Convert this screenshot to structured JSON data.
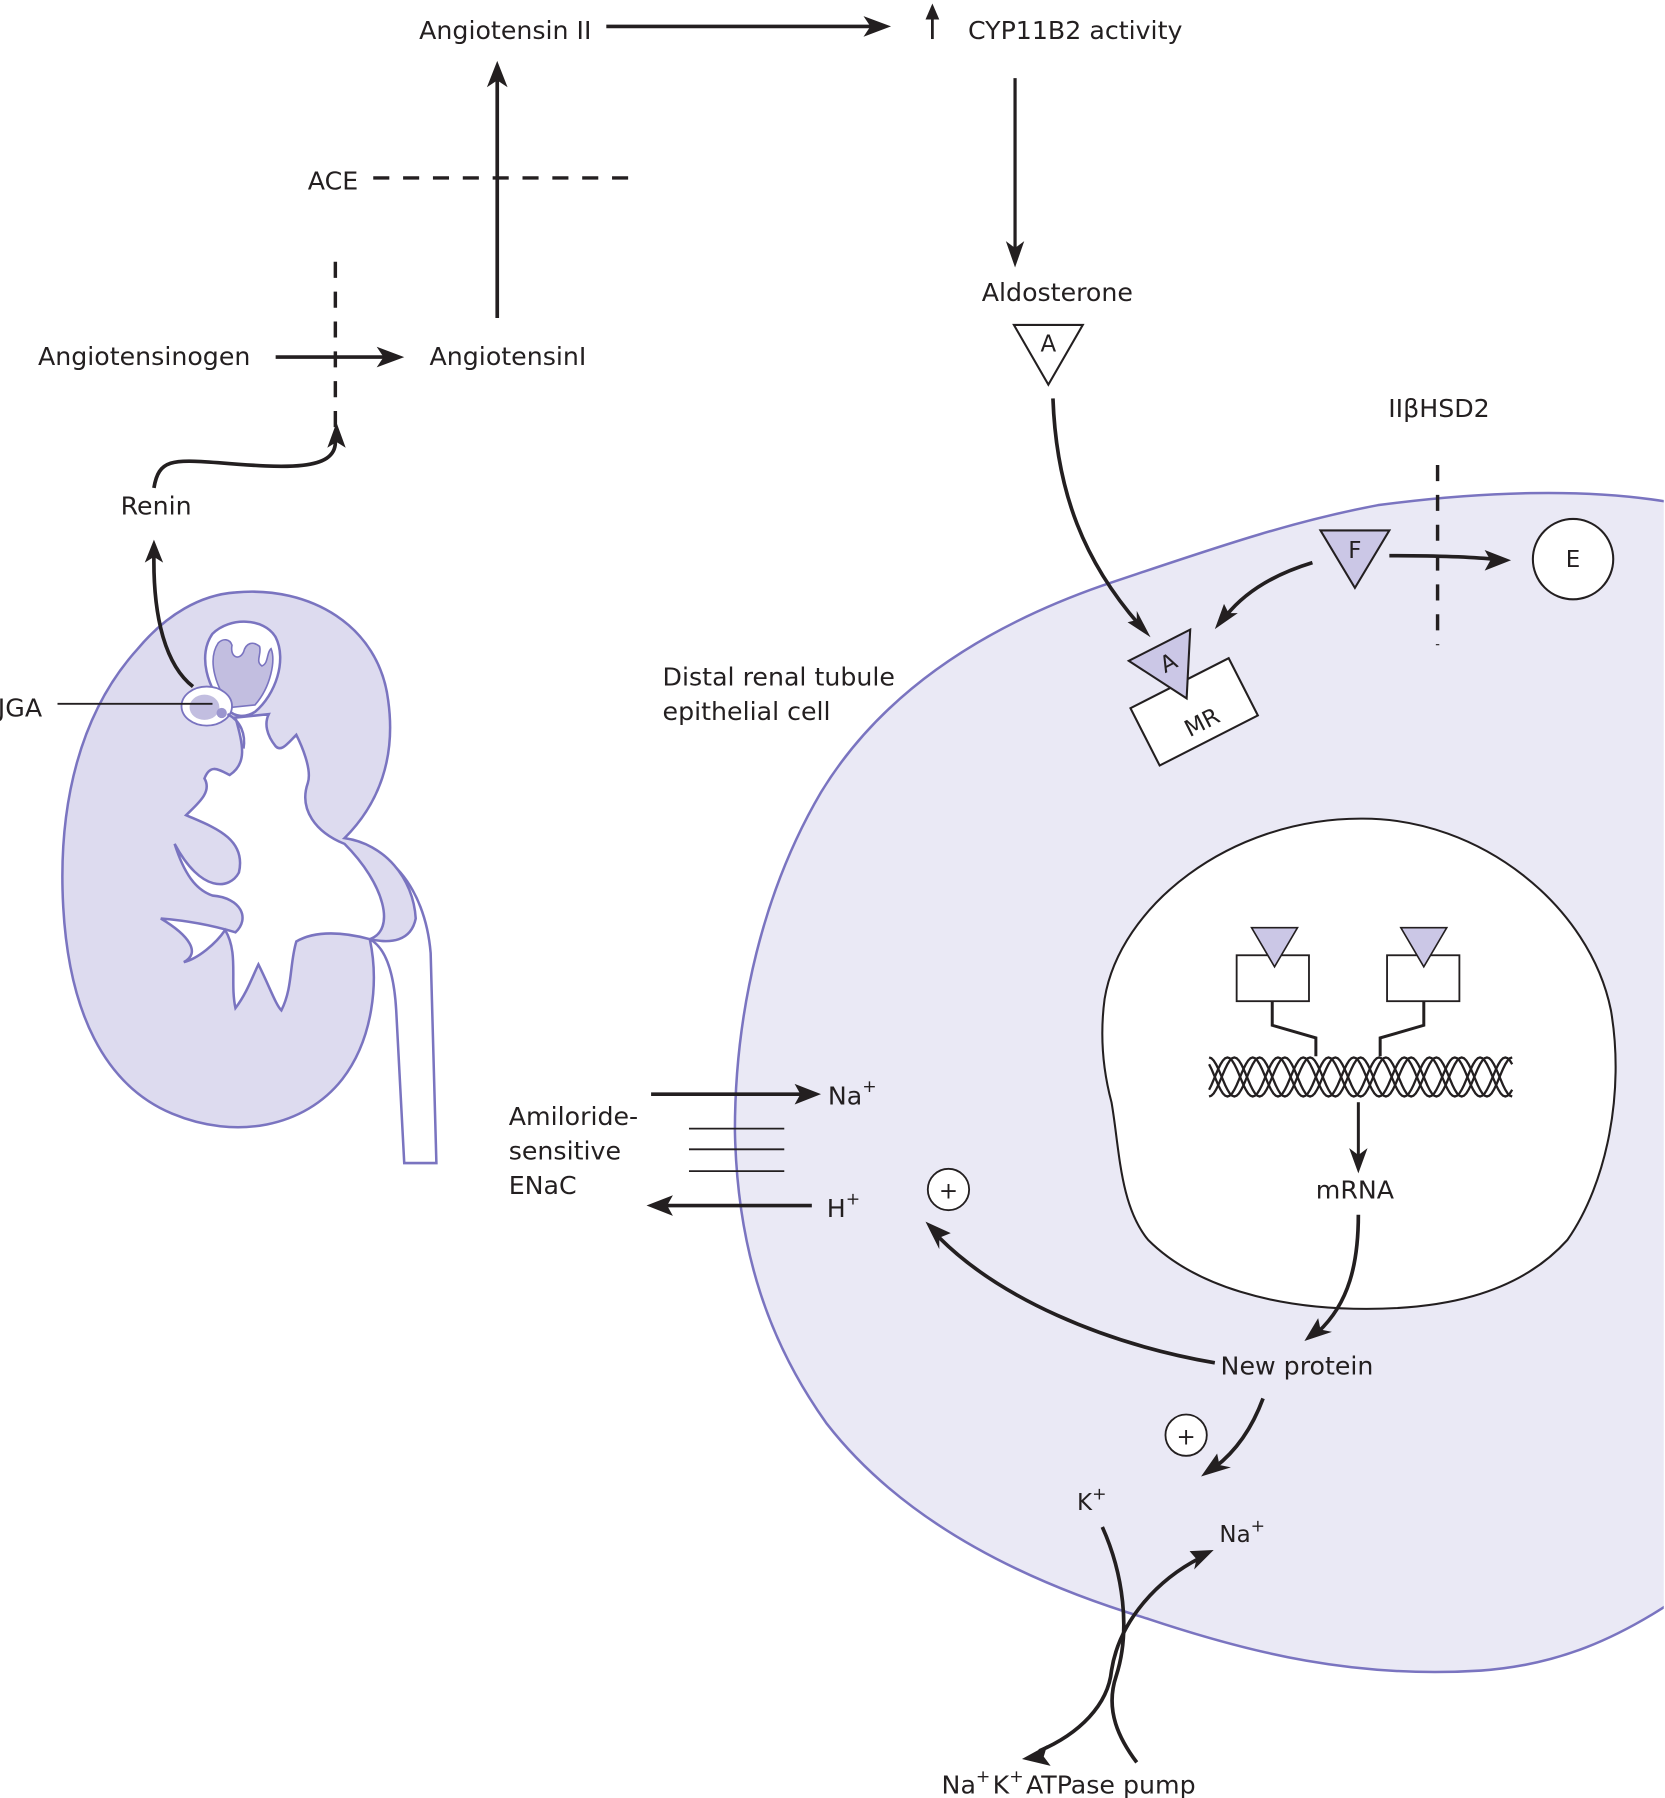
{
  "figure": {
    "title": "Renin-angiotensin-aldosterone system and aldosterone action in the distal renal tubule epithelial cell",
    "colors": {
      "ink": "#231f20",
      "membrane_outline": "#7a74c0",
      "cell_fill": "#eae9f5",
      "kidney_fill": "#dddbef",
      "ligand_fill": "#cbc7e6",
      "glomerulus_fill": "#c2bee0"
    }
  },
  "raas": {
    "angiotensin_ii": "Angiotensin II",
    "cyp_arrow_symbol": "↑",
    "cyp11b2": "CYP11B2 activity",
    "ace": "ACE",
    "angiotensinogen": "Angiotensinogen",
    "angiotensin_i": "AngiotensinI",
    "renin": "Renin",
    "jga": "JGA",
    "aldosterone": "Aldosterone",
    "aldosterone_symbol": "A"
  },
  "cell": {
    "label_line1": "Distal renal tubule",
    "label_line2": "epithelial cell",
    "enzyme": "IIβHSD2",
    "cortisol_symbol": "F",
    "cortisone_symbol": "E",
    "receptor": "MR",
    "bound_ligand": "A",
    "mrna": "mRNA",
    "new_protein": "New protein",
    "plus_symbol": "+",
    "k_ion": "K",
    "na_ion": "Na",
    "h_ion": "H",
    "charge": "+",
    "pump_label": "ATPase pump",
    "enac_line1": "Amiloride-",
    "enac_line2": "sensitive",
    "enac_line3": "ENaC"
  }
}
